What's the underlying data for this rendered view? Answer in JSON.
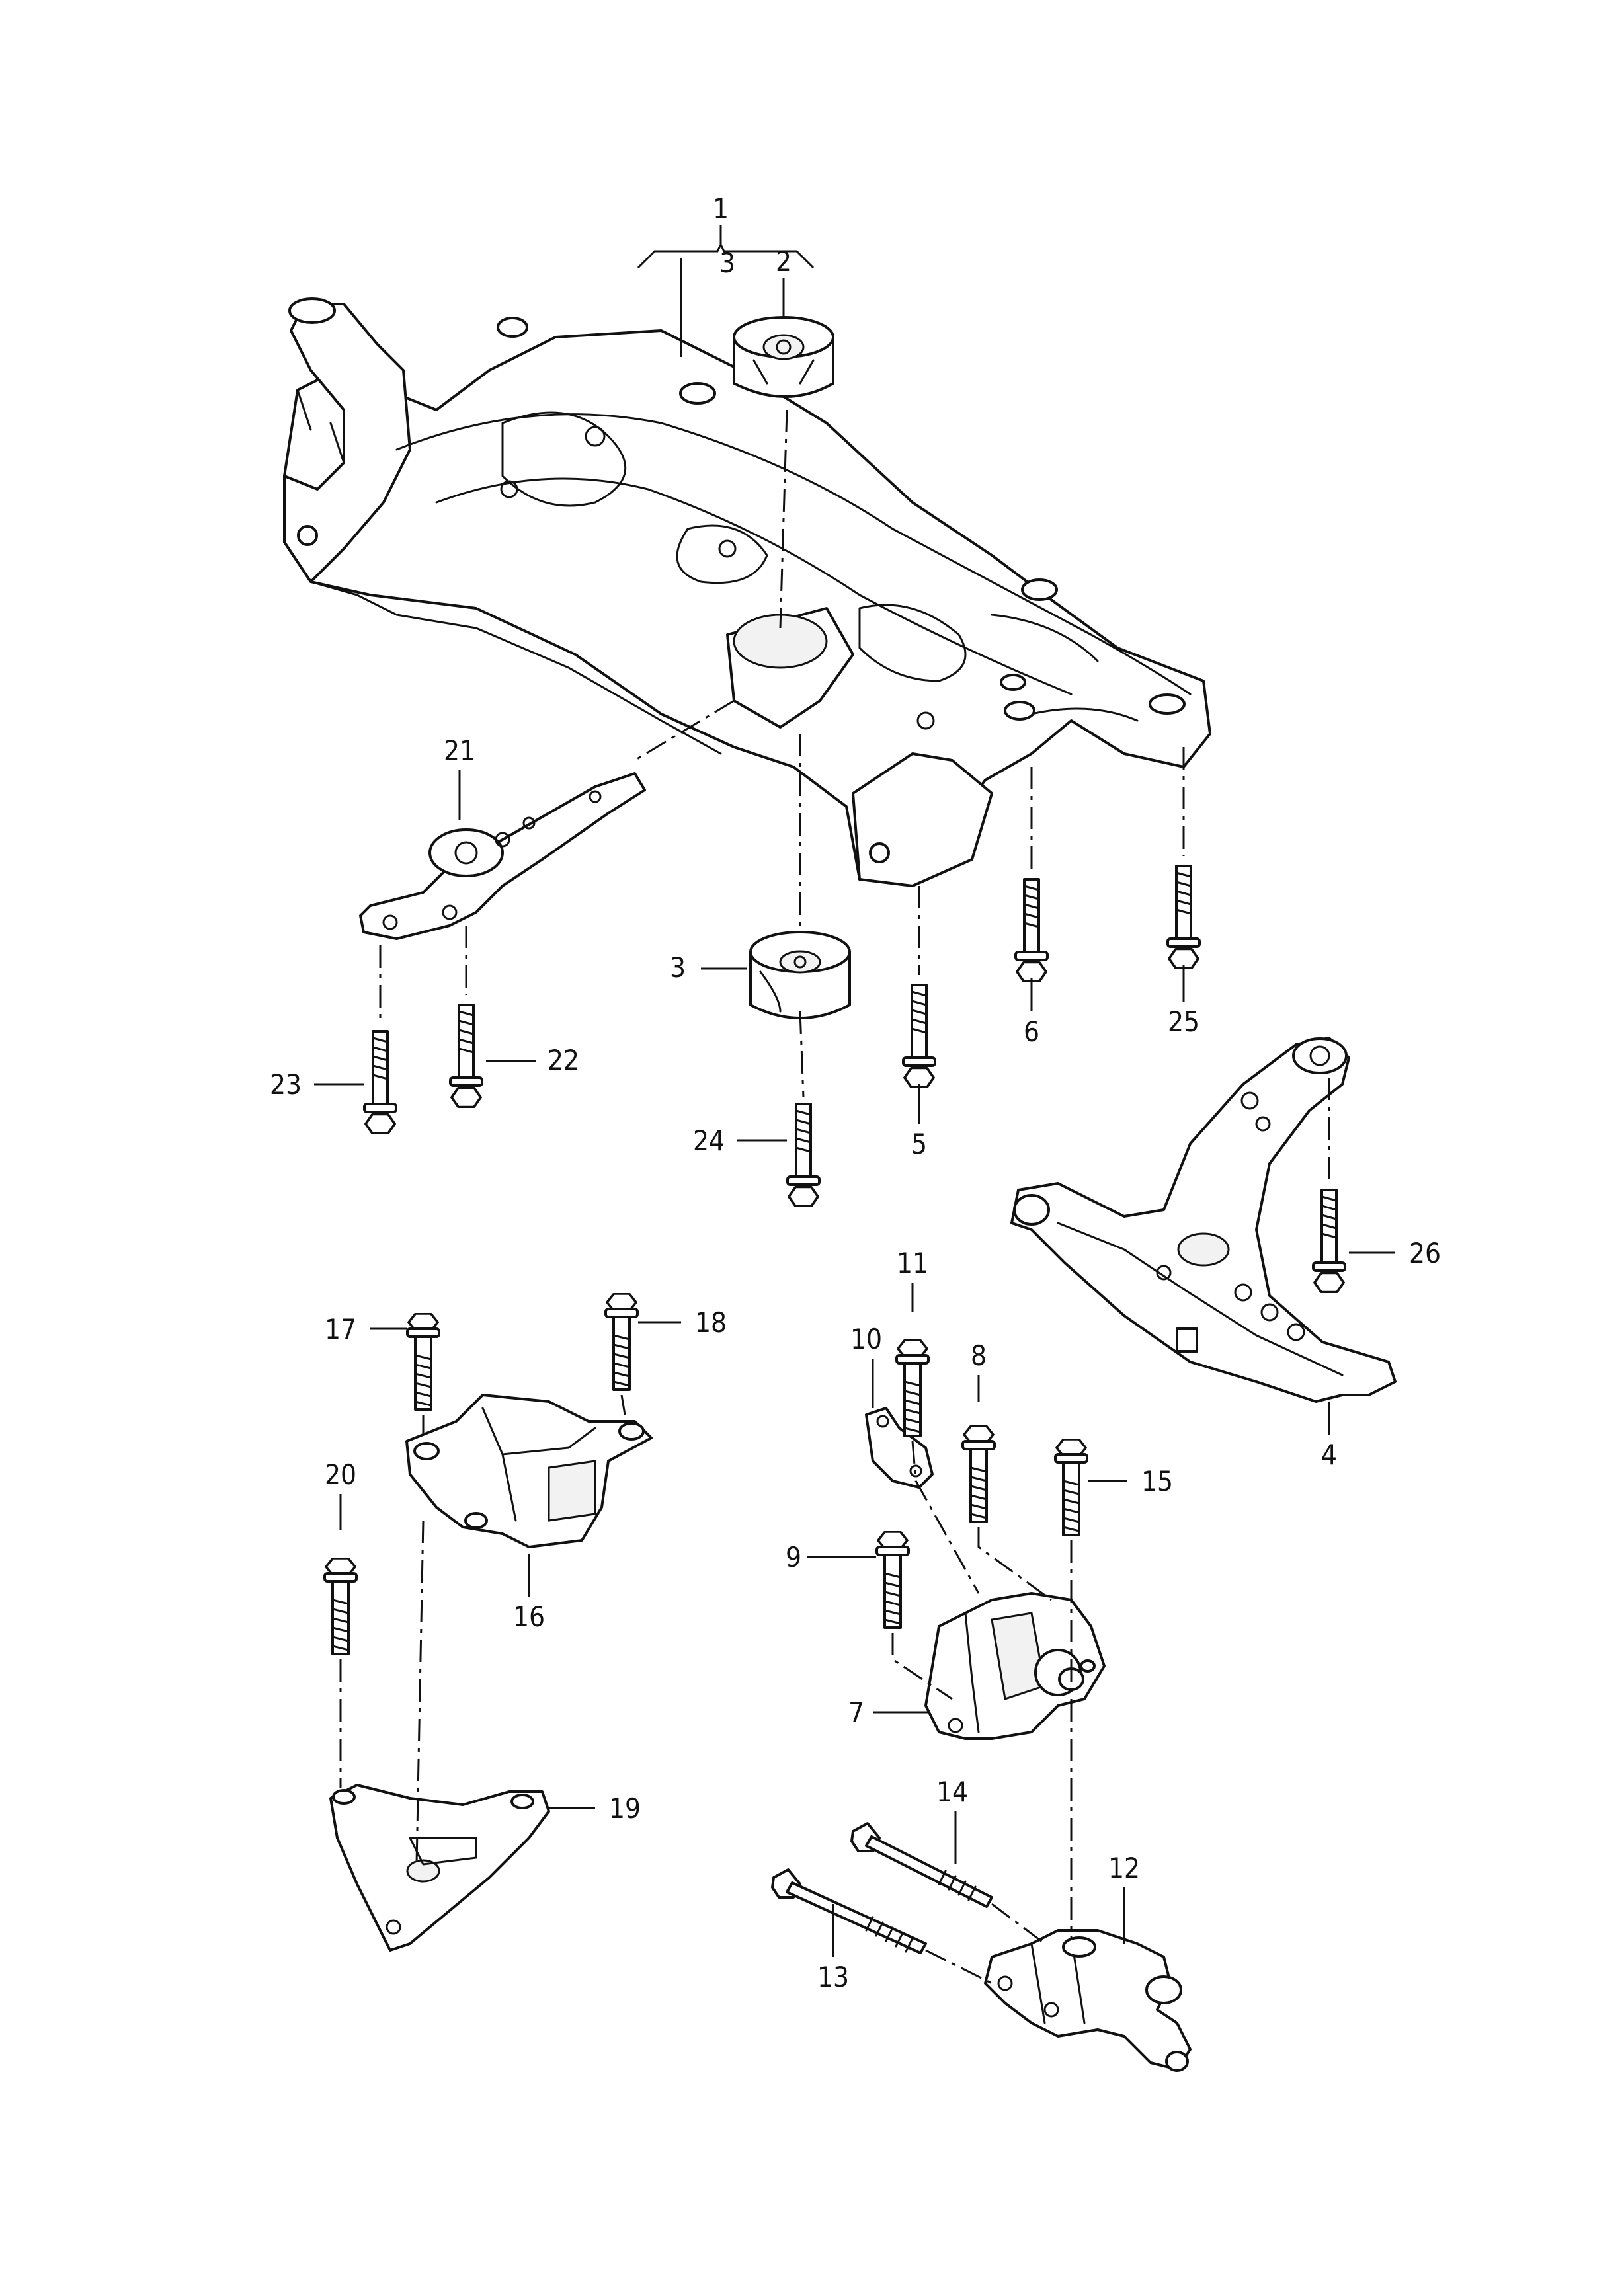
{
  "diagram": {
    "labels": {
      "p1": "1",
      "p2": "2",
      "p3a": "3",
      "p3b": "3",
      "p4": "4",
      "p5": "5",
      "p6": "6",
      "p7": "7",
      "p8": "8",
      "p9": "9",
      "p10": "10",
      "p11": "11",
      "p12": "12",
      "p13": "13",
      "p14": "14",
      "p15": "15",
      "p16": "16",
      "p17": "17",
      "p18": "18",
      "p19": "19",
      "p20": "20",
      "p21": "21",
      "p22": "22",
      "p23": "23",
      "p24": "24",
      "p25": "25",
      "p26": "26"
    }
  }
}
